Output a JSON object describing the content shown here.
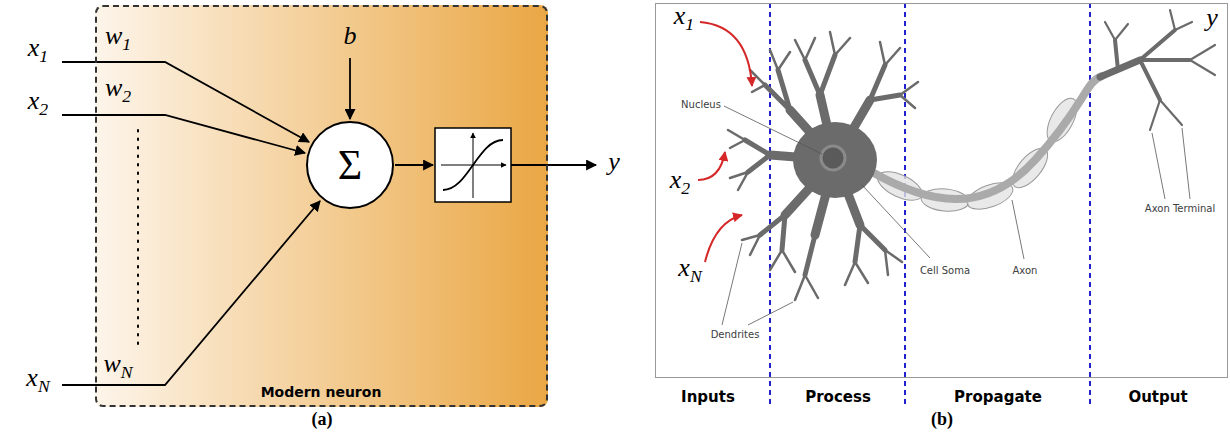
{
  "diagram": {
    "nodes": [
      {
        "text": [
          "Modern neuron"
        ]
      },
      {
        "text": [
          "Σ"
        ],
        "in": 0
      },
      {
        "text": [
          "x1",
          "y",
          "Nucleus",
          "x2",
          "xN",
          "Cell Soma",
          "Axon",
          "Axon Terminal",
          "Dendrites"
        ]
      }
    ],
    "labels": [
      "x1",
      "w1",
      "b",
      "x2",
      "w2",
      "wN",
      "xN",
      "y",
      "(a)",
      "Inputs",
      "Process",
      "Propagate",
      "Output",
      "(b)"
    ]
  }
}
